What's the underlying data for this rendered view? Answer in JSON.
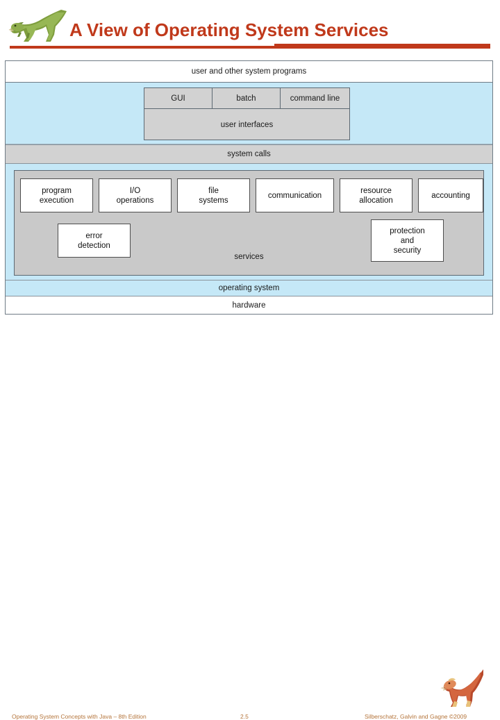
{
  "header": {
    "title": "A View of Operating System Services",
    "title_color": "#C0391B",
    "logo_icon": "dinosaur-icon"
  },
  "diagram": {
    "bands": {
      "user_programs": "user and other system programs",
      "system_calls": "system calls",
      "services": "services",
      "operating_system": "operating system",
      "hardware": "hardware"
    },
    "user_interfaces": {
      "label": "user interfaces",
      "modes": [
        "GUI",
        "batch",
        "command line"
      ]
    },
    "service_boxes_row1": [
      "program\nexecution",
      "I/O\noperations",
      "file\nsystems",
      "communication",
      "resource\nallocation",
      "accounting"
    ],
    "service_boxes_row1_lines": [
      [
        "program",
        "execution"
      ],
      [
        "I/O",
        "operations"
      ],
      [
        "file",
        "systems"
      ],
      [
        "communication"
      ],
      [
        "resource",
        "allocation"
      ],
      [
        "accounting"
      ]
    ],
    "service_boxes_row2_lines": [
      [
        "error",
        "detection"
      ],
      [
        "protection",
        "and",
        "security"
      ]
    ],
    "colors": {
      "blue_layer": "#c5e8f7",
      "grey_layer": "#d2d2d2",
      "services_panel": "#c9c9c9",
      "box_fill": "#ffffff",
      "border": "#5c6872"
    }
  },
  "footer": {
    "edition": "Operating System Concepts  with Java – 8th Edition",
    "page": "2.5",
    "credit": "Silberschatz, Galvin and Gagne ©2009",
    "text_color": "#B4743A",
    "logo_icon": "dinosaur-icon"
  }
}
